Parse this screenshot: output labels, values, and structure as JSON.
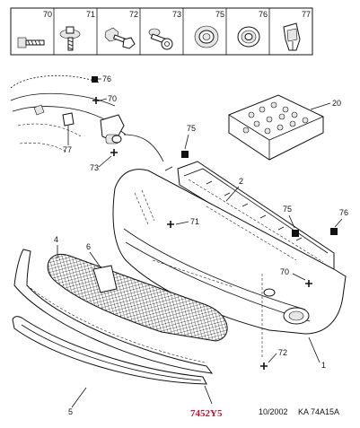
{
  "parts_legend": [
    {
      "number": "70",
      "icon": "screw-icon"
    },
    {
      "number": "71",
      "icon": "flange-screw-icon"
    },
    {
      "number": "72",
      "icon": "screw-with-nut-icon"
    },
    {
      "number": "73",
      "icon": "screw-with-washer-icon"
    },
    {
      "number": "75",
      "icon": "grommet-icon"
    },
    {
      "number": "76",
      "icon": "ring-clip-icon"
    },
    {
      "number": "77",
      "icon": "plastic-clip-icon"
    }
  ],
  "callouts": {
    "c76_top": "76",
    "c70_top": "70",
    "c77_left": "77",
    "c73_left": "73",
    "c75_mid": "75",
    "c71_mid": "71",
    "c2": "2",
    "c20": "20",
    "c75_right": "75",
    "c76_right": "76",
    "c70_right": "70",
    "c4": "4",
    "c6": "6",
    "c72": "72",
    "c1": "1",
    "c5": "5"
  },
  "footer": {
    "reference_code": "7452Y5",
    "date": "10/2002",
    "catalog_code": "KA 74A15A"
  },
  "colors": {
    "reference_code": "#c8102e",
    "line": "#111111"
  }
}
